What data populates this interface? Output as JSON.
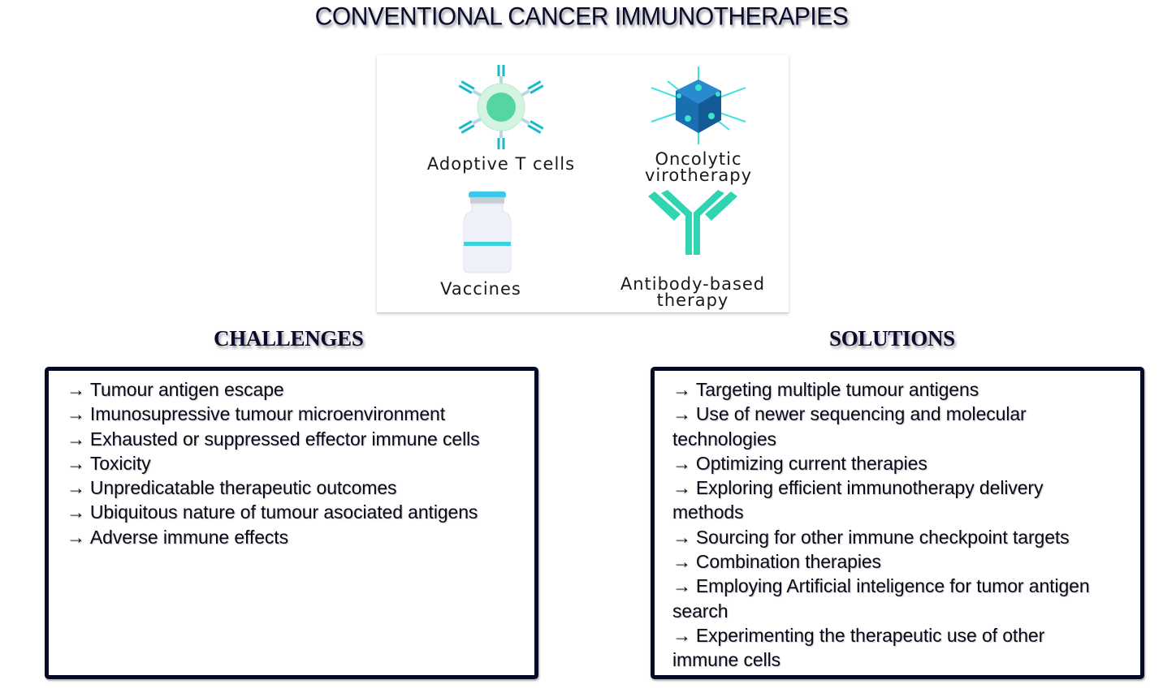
{
  "title": "CONVENTIONAL CANCER IMMUNOTHERAPIES",
  "therapies": [
    {
      "label_lines": [
        "Adoptive T cells"
      ],
      "icon": "t-cell-icon"
    },
    {
      "label_lines": [
        "Oncolytic",
        "virotherapy"
      ],
      "icon": "virus-icon"
    },
    {
      "label_lines": [
        "Vaccines"
      ],
      "icon": "vaccine-vial-icon"
    },
    {
      "label_lines": [
        "Antibody-based",
        "therapy"
      ],
      "icon": "antibody-icon"
    }
  ],
  "arrow_glyph": "→",
  "challenges": {
    "heading": "CHALLENGES",
    "items": [
      "Tumour antigen escape",
      "Imunosupressive tumour microenvironment",
      "Exhausted or suppressed effector immune cells",
      "Toxicity",
      "Unpredicatable therapeutic outcomes",
      "Ubiquitous nature of tumour asociated antigens",
      "Adverse immune effects"
    ]
  },
  "solutions": {
    "heading": "SOLUTIONS",
    "items": [
      "Targeting multiple tumour antigens",
      "Use of newer sequencing and molecular technologies",
      "Optimizing current therapies",
      "Exploring efficient immunotherapy delivery methods",
      "Sourcing for other immune checkpoint targets",
      "Combination therapies",
      "Employing Artificial inteligence for tumor antigen search",
      "Experimenting the therapeutic use of other immune cells"
    ]
  },
  "colors": {
    "title_text": "#0a0c2a",
    "box_border": "#050a24",
    "teal": "#2fd4b0",
    "cyan": "#1fc8d8",
    "virus_blue": "#1a6fb0"
  }
}
